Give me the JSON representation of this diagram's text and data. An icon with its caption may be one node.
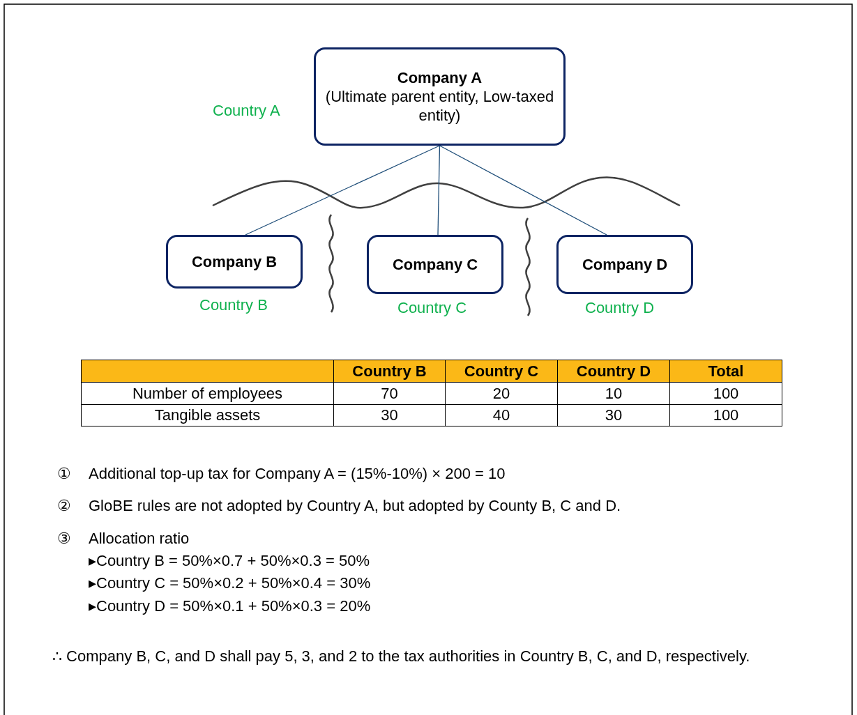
{
  "diagram": {
    "nodes": [
      {
        "text": [
          "Company A",
          "(Ultimate parent entity, Low-taxed entity)"
        ],
        "beside": [
          "Country A"
        ]
      },
      {
        "text": [
          "Company B"
        ],
        "beside": [
          "Country B"
        ]
      },
      {
        "text": [
          "Company C"
        ],
        "beside": [
          "Country C"
        ]
      },
      {
        "text": [
          "Company D"
        ],
        "beside": [
          "Country D"
        ]
      }
    ],
    "edges": [
      {
        "from": 0,
        "to": 1,
        "arrow": "none"
      },
      {
        "from": 0,
        "to": 2,
        "arrow": "none"
      },
      {
        "from": 0,
        "to": 3,
        "arrow": "none"
      }
    ],
    "labels": [
      "Country B",
      "Country C",
      "Country D",
      "Total",
      "Number of employees",
      "70",
      "20",
      "10",
      "100",
      "Tangible assets",
      "30",
      "40",
      "30",
      "100",
      "①",
      "Additional top-up tax for Company A = (15%-10%) × 200 = 10",
      "②",
      "GloBE rules are not adopted by Country A, but adopted by County B, C and D.",
      "③",
      "Allocation ratio",
      "▸Country B = 50%×0.7 + 50%×0.3 = 50%",
      "▸Country C = 50%×0.2 + 50%×0.4 = 30%",
      "▸Country D = 50%×0.1 + 50%×0.3 = 20%",
      "∴ Company B, C, and D shall pay 5, 3, and 2 to the tax authorities in Country B, C, and D, respectively."
    ]
  }
}
